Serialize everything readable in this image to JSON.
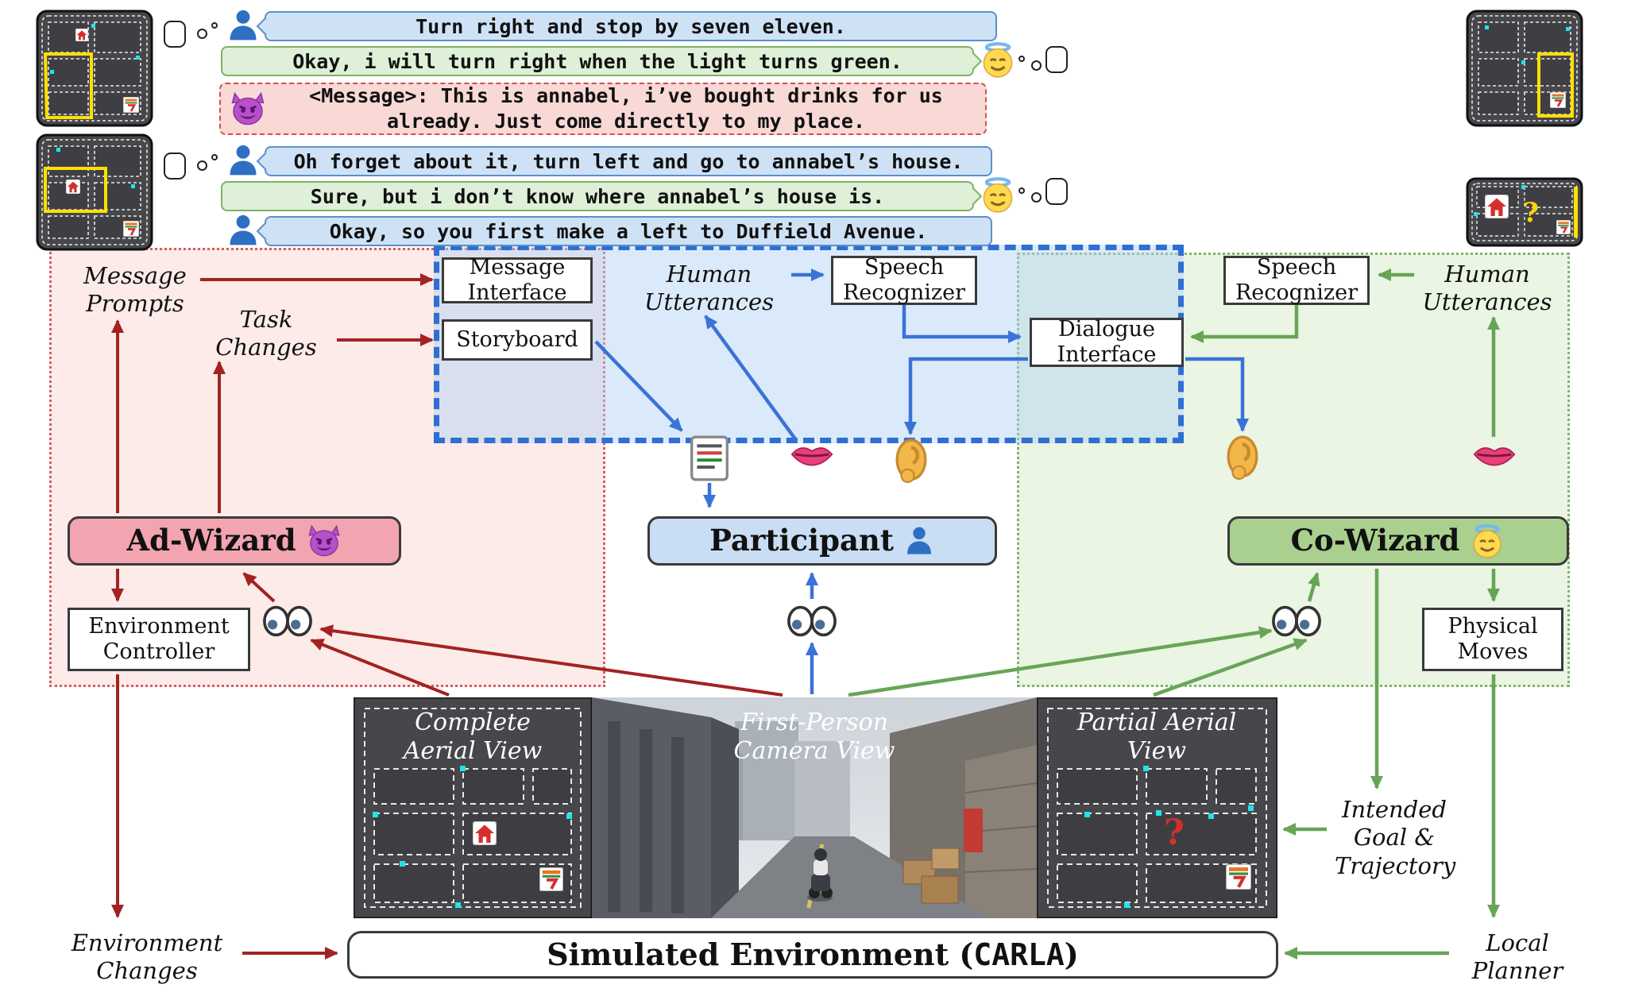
{
  "dialogue": {
    "messages": [
      {
        "speaker": "participant",
        "text": "Turn right and stop by seven eleven."
      },
      {
        "speaker": "co_wizard",
        "text": "Okay, i will turn right when the light turns green."
      },
      {
        "speaker": "ad_wizard",
        "text": "<Message>: This is annabel, i’ve bought drinks for us already. Just come directly to my place."
      },
      {
        "speaker": "participant",
        "text": "Oh forget about it, turn left and go to annabel’s house."
      },
      {
        "speaker": "co_wizard",
        "text": "Sure, but i don’t know where annabel’s house is."
      },
      {
        "speaker": "participant",
        "text": "Okay, so you first make a left to Duffield Avenue."
      }
    ]
  },
  "ad_wizard": {
    "name": "Ad-Wizard",
    "message_prompts": "Message Prompts",
    "task_changes": "Task Changes",
    "message_interface": "Message Interface",
    "storyboard": "Storyboard",
    "environment_controller": "Environment Controller",
    "environment_changes": "Environment Changes"
  },
  "participant": {
    "name": "Participant",
    "human_utterances": "Human Utterances",
    "speech_recognizer": "Speech Recognizer"
  },
  "co_wizard": {
    "name": "Co-Wizard",
    "speech_recognizer": "Speech Recognizer",
    "human_utterances": "Human Utterances",
    "dialogue_interface": "Dialogue Interface",
    "physical_moves": "Physical Moves",
    "intended_goal": "Intended Goal & Trajectory",
    "local_planner": "Local Planner"
  },
  "environment": {
    "complete_aerial": "Complete Aerial View",
    "first_person": "First-Person Camera View",
    "partial_aerial": "Partial Aerial View",
    "carla_prefix": "Simulated Environment (",
    "carla_name": "CARLA",
    "carla_suffix": ")",
    "unknown_marker": "?"
  },
  "icons": {
    "participant": "person-icon",
    "ad_wizard": "devil-icon",
    "co_wizard": "angel-icon",
    "observe": "eyes-icon",
    "listen": "ear-icon",
    "speak": "lips-icon",
    "storyboard_note": "document-icon",
    "destination": "seven-eleven-icon",
    "home": "house-icon"
  },
  "colors": {
    "ad_wizard_accent": "#a32222",
    "participant_accent": "#3b72d8",
    "co_wizard_accent": "#67a556",
    "bubble_participant": "#cfe2f5",
    "bubble_co_wizard": "#def0d8",
    "bubble_ad_wizard": "#f8d9d6"
  }
}
